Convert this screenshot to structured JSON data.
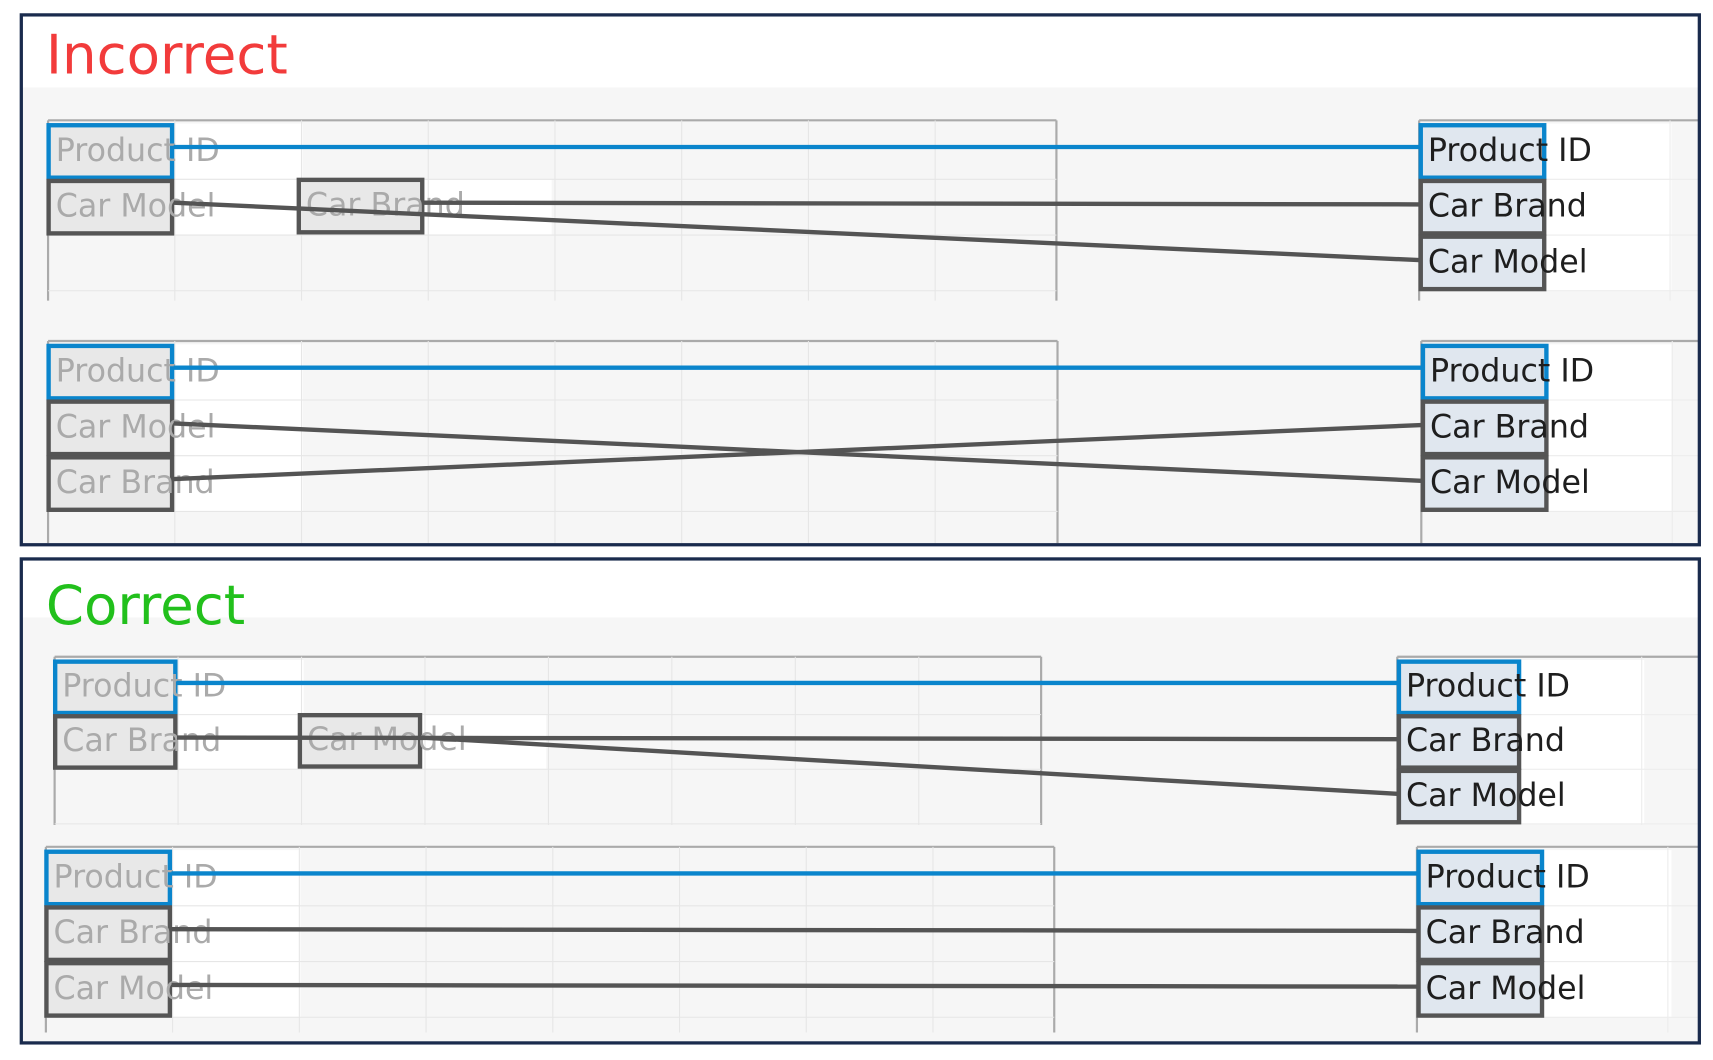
{
  "colors": {
    "incorrect": "#f23b3b",
    "correct": "#22c01c",
    "key_link": "#0a85cc",
    "link": "#545454",
    "frame": "#1a2b4d"
  },
  "panels": [
    {
      "title": "Incorrect",
      "diagrams": [
        {
          "left": [
            "Product ID",
            "Car Model"
          ],
          "left_extra": "Car Brand",
          "right": [
            "Product ID",
            "Car Brand",
            "Car Model"
          ]
        },
        {
          "left": [
            "Product ID",
            "Car Model",
            "Car Brand"
          ],
          "right": [
            "Product ID",
            "Car Brand",
            "Car Model"
          ]
        }
      ]
    },
    {
      "title": "Correct",
      "diagrams": [
        {
          "left": [
            "Product ID",
            "Car Brand"
          ],
          "left_extra": "Car Model",
          "right": [
            "Product ID",
            "Car Brand",
            "Car Model"
          ]
        },
        {
          "left": [
            "Product ID",
            "Car Brand",
            "Car Model"
          ],
          "right": [
            "Product ID",
            "Car Brand",
            "Car Model"
          ]
        }
      ]
    }
  ]
}
